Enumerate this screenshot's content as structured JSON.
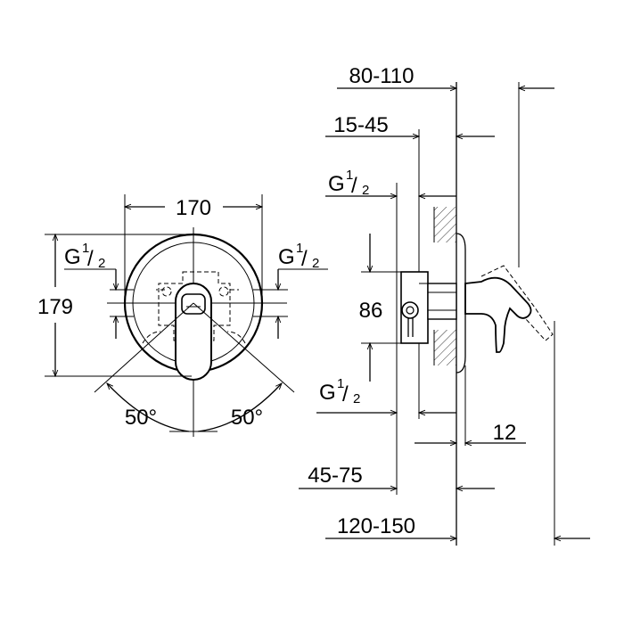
{
  "front_view": {
    "width_label": "170",
    "height_label": "179",
    "inlet_left": {
      "g": "G",
      "num": "1",
      "den": "2"
    },
    "inlet_right": {
      "g": "G",
      "num": "1",
      "den": "2"
    },
    "angle_left": "50°",
    "angle_right": "50°"
  },
  "side_view": {
    "dim_80_110": "80-110",
    "dim_15_45": "15-45",
    "inlet_top": {
      "g": "G",
      "num": "1",
      "den": "2"
    },
    "dim_86": "86",
    "inlet_bottom": {
      "g": "G",
      "num": "1",
      "den": "2"
    },
    "dim_12": "12",
    "dim_45_75": "45-75",
    "dim_120_150": "120-150"
  }
}
